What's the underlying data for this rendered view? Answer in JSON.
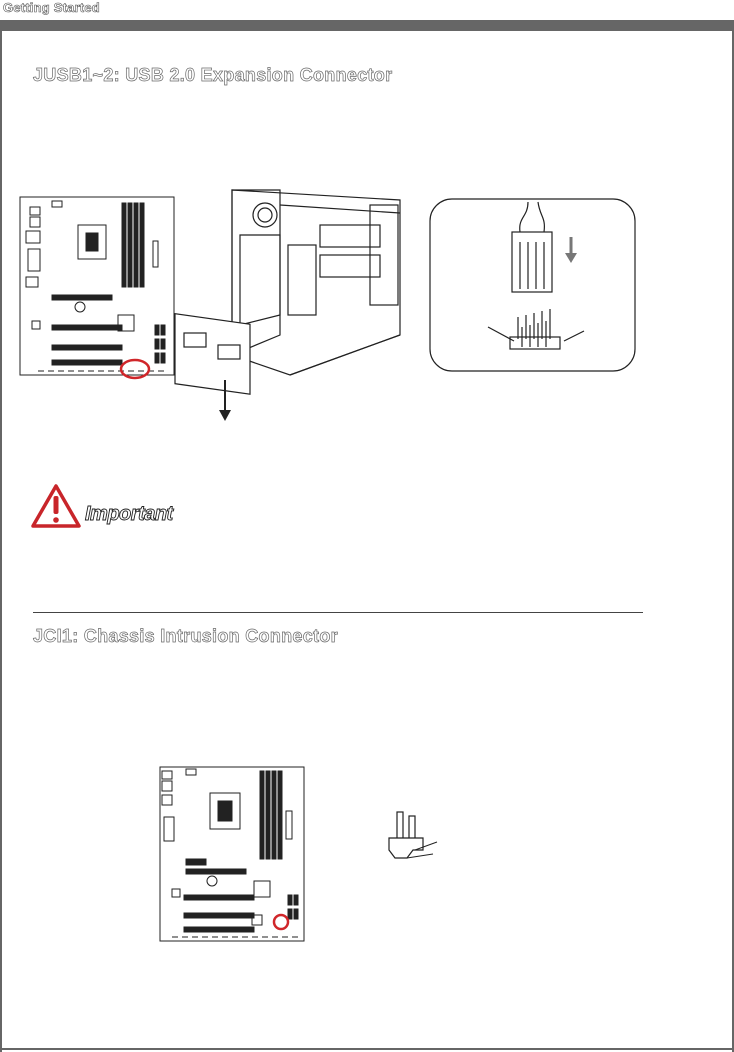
{
  "header": {
    "title": "Getting Started"
  },
  "sections": [
    {
      "title": "JUSB1~2: USB 2.0 Expansion Connector"
    },
    {
      "title": "JCI1: Chassis Intrusion Connector"
    }
  ],
  "important": {
    "label": "Important"
  },
  "colors": {
    "bar": "#666666",
    "highlight": "#d0262a",
    "warning": "#c8252a"
  }
}
